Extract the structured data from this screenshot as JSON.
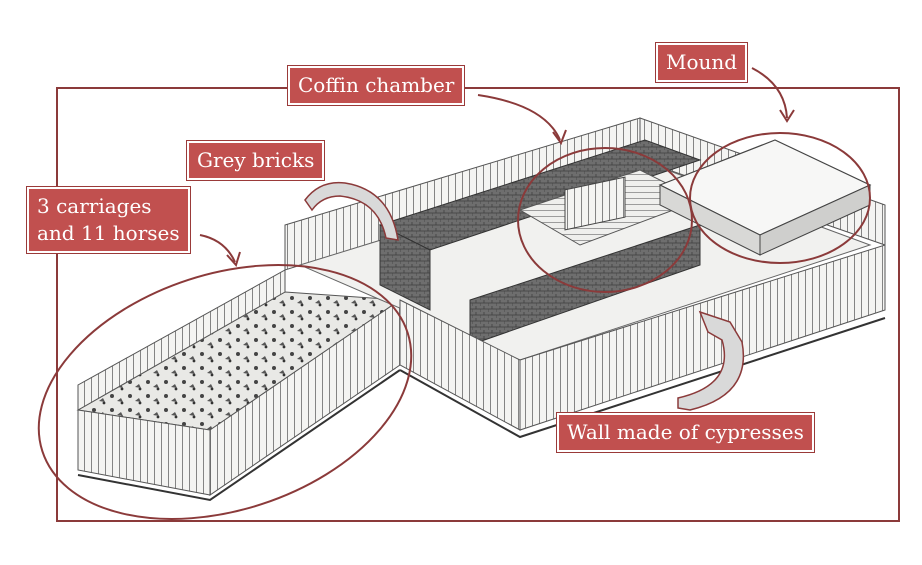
{
  "colors": {
    "accent": "#c1504f",
    "outline": "#8b3a3a",
    "arrow_fill": "#d9d9d9"
  },
  "labels": {
    "coffin_chamber": "Coffin chamber",
    "mound": "Mound",
    "grey_bricks": "Grey bricks",
    "carriages_line1": "3 carriages",
    "carriages_line2": "and 11 horses",
    "wall": "Wall made of cypresses"
  }
}
